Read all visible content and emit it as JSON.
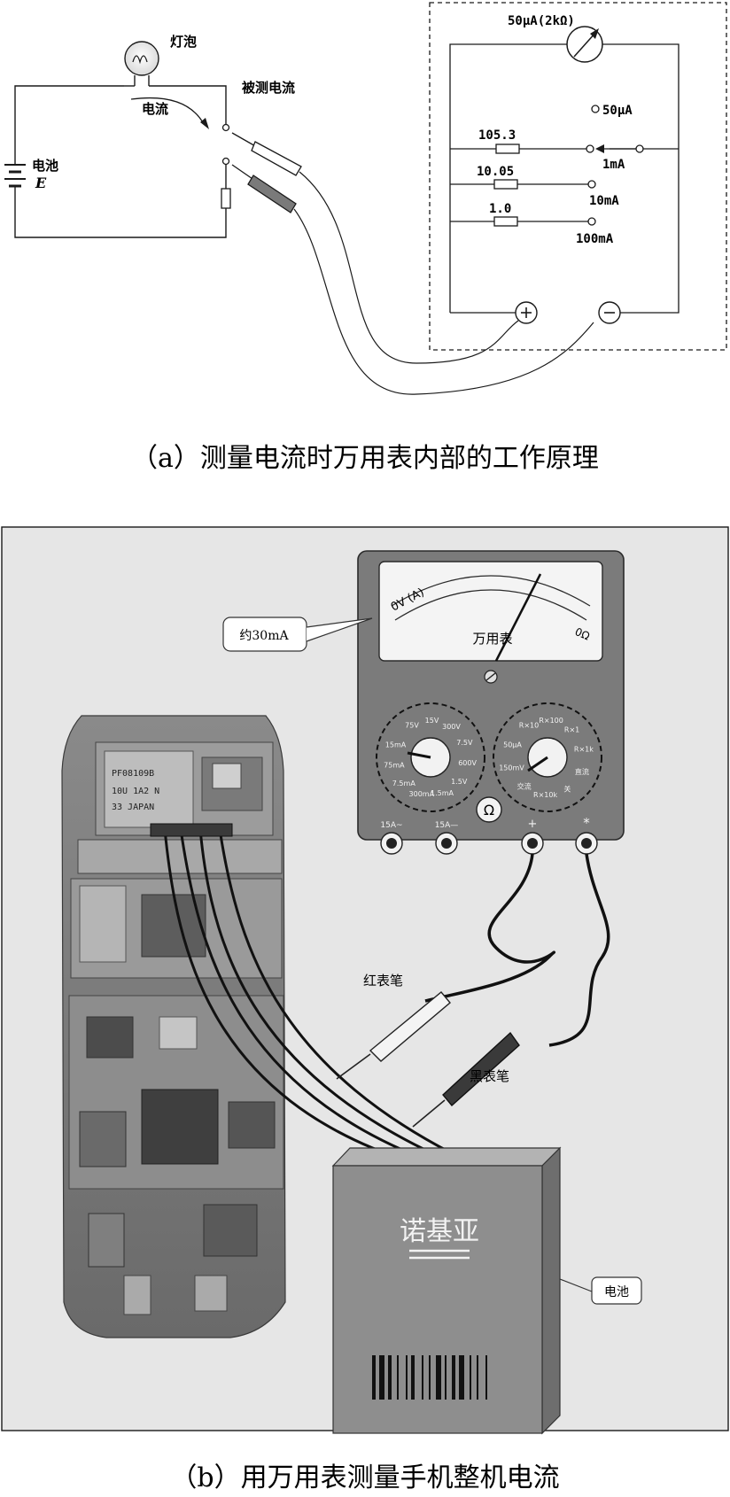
{
  "figure_a": {
    "bulb_label": "灯泡",
    "current_label": "电流",
    "measured_label": "被测电流",
    "battery_label": "电池",
    "battery_symbol": "E",
    "meter_label": "50μA(2kΩ)",
    "range_50ua": "50μA",
    "range_1ma": "1mA",
    "range_10ma": "10mA",
    "range_100ma": "100mA",
    "r1_value": "105.3",
    "r2_value": "10.05",
    "r3_value": "1.0",
    "plus_symbol": "+",
    "minus_symbol": "−",
    "caption": "（a）测量电流时万用表内部的工作原理"
  },
  "figure_b": {
    "reading_callout": "约30mA",
    "meter_title": "万用表",
    "scale_left": "0V (A)",
    "scale_right": "0Ω",
    "left_dial_labels": [
      "75V",
      "15V",
      "300V",
      "7.5V",
      "600V",
      "1.5V",
      "1.5mA",
      "300mA",
      "7.5mA",
      "75mA",
      "15mA"
    ],
    "right_dial_labels": [
      "R×10",
      "R×100",
      "R×1",
      "R×1k",
      "直流",
      "关",
      "R×10k",
      "交流",
      "150mV",
      "50μA"
    ],
    "omega_symbol": "Ω",
    "jack_1": "15A~",
    "jack_2": "15A—",
    "jack_plus": "+",
    "jack_star": "*",
    "red_probe_label": "红表笔",
    "black_probe_label": "黑表笔",
    "battery_brand": "诺基亚",
    "battery_callout": "电池",
    "chip_1_text": "PF08109B",
    "chip_1_line2": "10U  1A2 N",
    "chip_1_line3": "33 JAPAN",
    "caption": "（b）用万用表测量手机整机电流"
  },
  "colors": {
    "line": "#1a1a1a",
    "panel_bg": "#e6e6e6",
    "meter_body": "#7b7b7b",
    "pcb_dark": "#5a5a5a",
    "battery_face": "#8e8e8e"
  }
}
